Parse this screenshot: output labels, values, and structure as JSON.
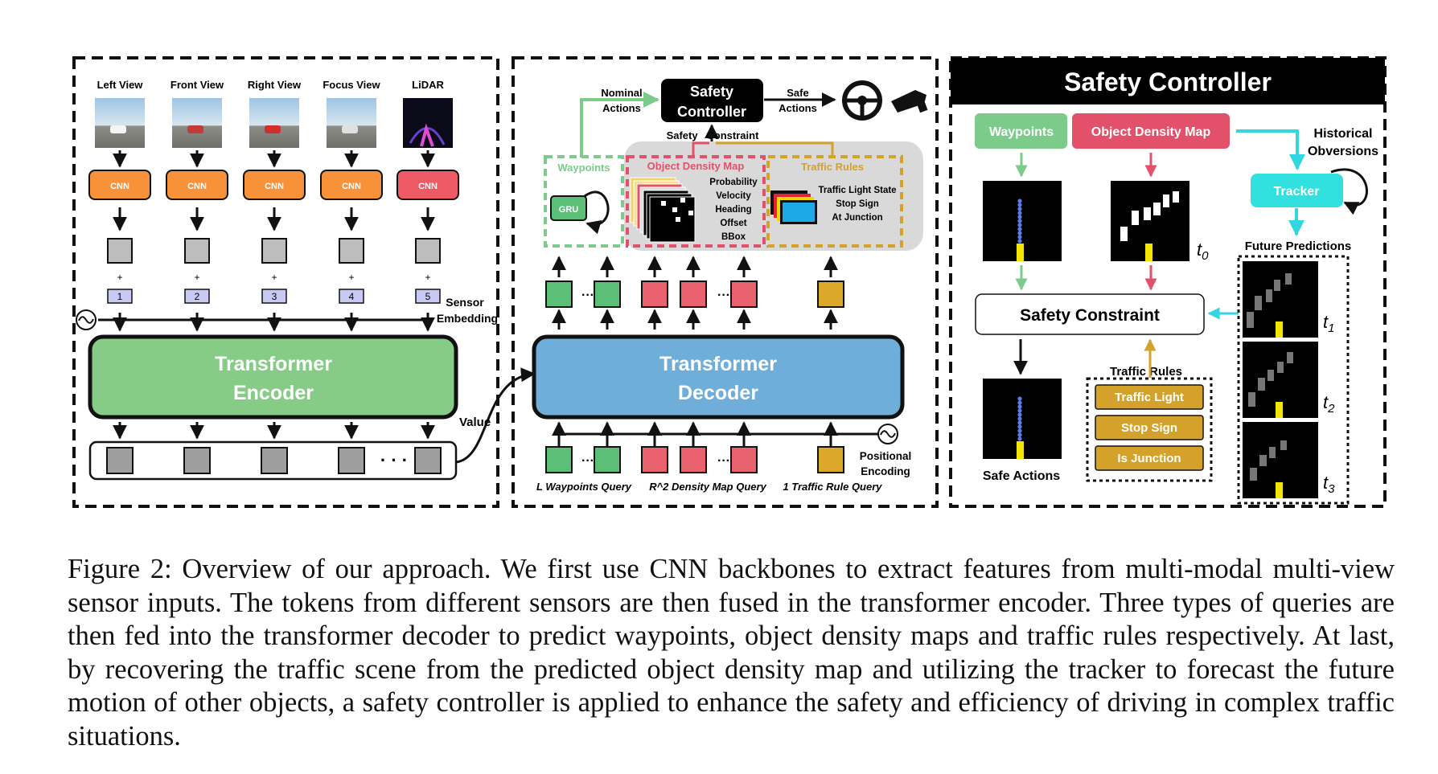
{
  "encoder_panel": {
    "views": [
      "Left View",
      "Front View",
      "Right View",
      "Focus View",
      "LiDAR"
    ],
    "cnn_label": "CNN",
    "plus": "+",
    "sensor_ids": [
      "1",
      "2",
      "3",
      "4",
      "5"
    ],
    "sensor_embedding": [
      "Sensor",
      "Embedding"
    ],
    "encoder_label": [
      "Transformer",
      "Encoder"
    ],
    "dots": "· · ·",
    "value_label": "Value"
  },
  "decoder_panel": {
    "nominal_actions": [
      "Nominal",
      "Actions"
    ],
    "safety_controller": [
      "Safety",
      "Controller"
    ],
    "safe_actions": [
      "Safe",
      "Actions"
    ],
    "safety_constraint": "Safety   Constraint",
    "waypoints": "Waypoints",
    "gru": "GRU",
    "object_density_map": "Object Density Map",
    "density_attrs": [
      "Probability",
      "Velocity",
      "Heading",
      "Offset",
      "BBox"
    ],
    "traffic_rules": "Traffic Rules",
    "rule_attrs": [
      "Traffic Light State",
      "Stop Sign",
      "At Junction"
    ],
    "decoder_label": [
      "Transformer",
      "Decoder"
    ],
    "dots": "···",
    "positional_encoding": [
      "Positional",
      "Encoding"
    ],
    "queries": [
      "L Waypoints Query",
      "R^2 Density Map Query",
      "1 Traffic Rule Query"
    ]
  },
  "controller_panel": {
    "title": "Safety Controller",
    "waypoints": "Waypoints",
    "object_density_map": "Object Density Map",
    "historical": [
      "Historical",
      "Obversions"
    ],
    "tracker": "Tracker",
    "future_predictions": "Future Predictions",
    "t0": [
      "t",
      "0"
    ],
    "safety_constraint": "Safety Constraint",
    "traffic_rules": "Traffic Rules",
    "rules": [
      "Traffic Light",
      "Stop Sign",
      "Is Junction"
    ],
    "safe_actions": "Safe Actions",
    "time_labels": [
      [
        "t",
        "1"
      ],
      [
        "t",
        "2"
      ],
      [
        "t",
        "3"
      ]
    ]
  },
  "caption": {
    "figure_number": "Figure 2:",
    "text": "Overview of our approach. We first use CNN backbones to extract features from multi-modal multi-view sensor inputs. The tokens from different sensors are then fused in the transformer encoder. Three types of queries are then fed into the transformer decoder to predict waypoints, object density maps and traffic rules respectively. At last, by recovering the traffic scene from the predicted object density map and utilizing the tracker to forecast the future motion of other objects, a safety controller is applied to enhance the safety and efficiency of driving in complex traffic situations."
  },
  "colors": {
    "cnn_orange": "#F7923A",
    "cnn_red": "#EE5A66",
    "encoder_green": "#86CC86",
    "decoder_blue": "#6FAED9",
    "token_green": "#5CBF78",
    "token_pink": "#E8636E",
    "token_gold": "#DCA82A",
    "waypoint_green": "#7DCB8A",
    "density_pink": "#E3506A",
    "rule_gold": "#D4A22A",
    "tracker_cyan": "#33E0E0",
    "sensor_id_bg": "#C9C9F5",
    "token_gray": "#BDBDBD",
    "ego_yellow": "#F2E600",
    "waypoint_dot": "#5B7BE8"
  },
  "icons": [
    "sine-wave-icon",
    "steering-wheel-icon",
    "pedal-icon",
    "loop-arrow-icon"
  ]
}
